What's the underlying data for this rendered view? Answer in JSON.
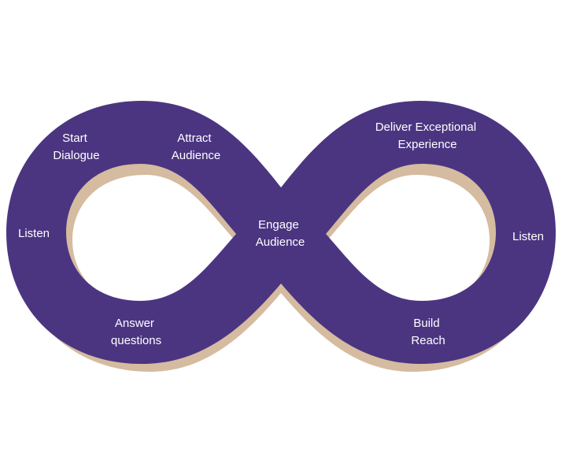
{
  "colors": {
    "loop_fill": "#4b3581",
    "loop_shadow": "#d5bba0",
    "background": "#ffffff",
    "label_text": "#ffffff"
  },
  "labels": {
    "start_dialogue": {
      "line1": "Start",
      "line2": "Dialogue"
    },
    "attract_audience": {
      "line1": "Attract",
      "line2": "Audience"
    },
    "listen_left": {
      "line1": "Listen"
    },
    "answer_questions": {
      "line1": "Answer",
      "line2": "questions"
    },
    "engage_audience": {
      "line1": "Engage",
      "line2": "Audience"
    },
    "deliver_experience": {
      "line1": "Deliver Exceptional",
      "line2": "Experience"
    },
    "listen_right": {
      "line1": "Listen"
    },
    "build_reach": {
      "line1": "Build",
      "line2": "Reach"
    }
  }
}
